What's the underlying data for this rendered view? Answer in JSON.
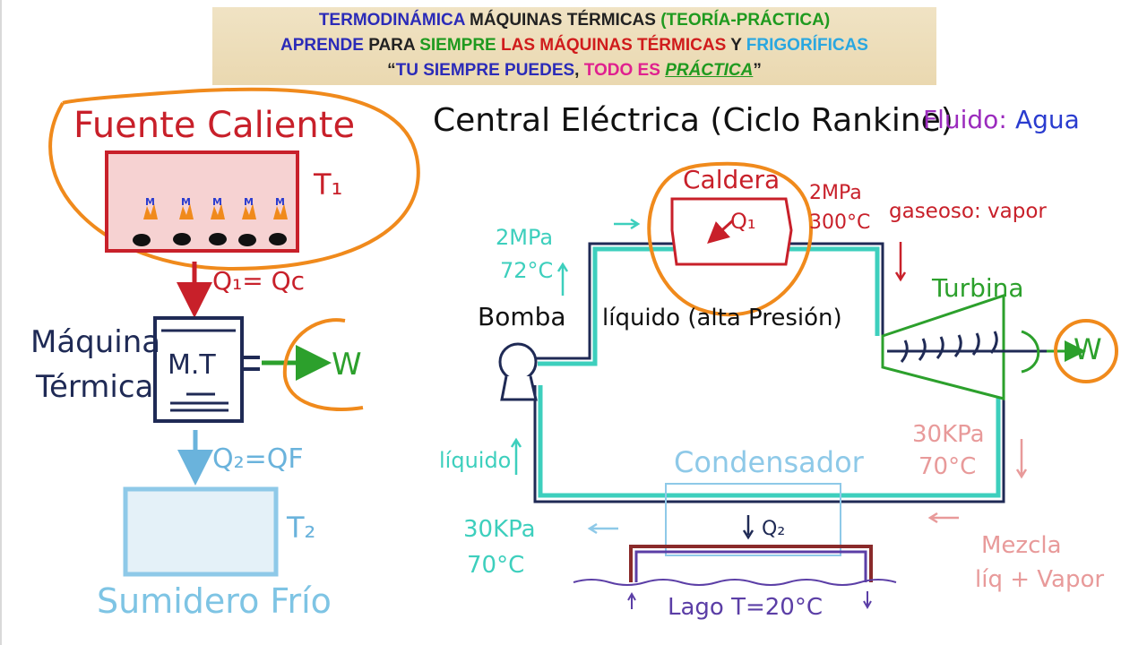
{
  "banner": {
    "line1": [
      {
        "text": "TERMODINÁMICA ",
        "color": "#2b2bb8"
      },
      {
        "text": "MÁQUINAS TÉRMICAS ",
        "color": "#222222"
      },
      {
        "text": "(TEORÍA-PRÁCTICA)",
        "color": "#1f9a1f"
      }
    ],
    "line2": [
      {
        "text": "APRENDE ",
        "color": "#2b2bb8"
      },
      {
        "text": "PARA ",
        "color": "#222222"
      },
      {
        "text": "SIEMPRE ",
        "color": "#1f9a1f"
      },
      {
        "text": "LAS MÁQUINAS TÉRMICAS ",
        "color": "#d01c1c"
      },
      {
        "text": "Y ",
        "color": "#222222"
      },
      {
        "text": "FRIGORÍFICAS",
        "color": "#2aa7e0"
      }
    ],
    "line3": [
      {
        "text": "“",
        "color": "#222222"
      },
      {
        "text": "TU SIEMPRE PUEDES",
        "color": "#2b2bb8"
      },
      {
        "text": ", ",
        "color": "#222222"
      },
      {
        "text": "TODO ES ",
        "color": "#e0208f"
      },
      {
        "text": "PRÁCTICA",
        "color": "#1f9a1f",
        "style": "italic-underline"
      },
      {
        "text": "”",
        "color": "#222222"
      }
    ]
  },
  "left": {
    "hot_source": "Fuente Caliente",
    "t1": "T₁",
    "q1": "Q₁= Qc",
    "machine_label_1": "Máquina",
    "machine_label_2": "Térmica",
    "machine_box": "M.T",
    "work": "W",
    "q2": "Q₂=QF",
    "t2": "T₂",
    "cold_sink": "Sumidero Frío"
  },
  "right": {
    "title": "Central Eléctrica (Ciclo Rankine)",
    "fluid_label": "Fluido:",
    "fluid_value": "Agua",
    "boiler": "Caldera",
    "q1": "Q₁",
    "boiler_state_p": "2MPa",
    "boiler_state_t": "300°C",
    "gas_state": "gaseoso: vapor",
    "turbine": "Turbina",
    "work": "W",
    "pump": "Bomba",
    "pump_out_p": "2MPa",
    "pump_out_t": "72°C",
    "liquid_high": "líquido (alta Presión)",
    "liquid": "líquido",
    "condenser": "Condensador",
    "q2": "Q₂",
    "turbine_out_p": "30KPa",
    "turbine_out_t": "70°C",
    "pump_in_p": "30KPa",
    "pump_in_t": "70°C",
    "mixture_1": "Mezcla",
    "mixture_2": "líq + Vapor",
    "lake": "Lago T=20°C"
  },
  "colors": {
    "red": "#c8202a",
    "orange": "#f08a1c",
    "navy": "#1f2a55",
    "green": "#2ca02c",
    "light_blue": "#7ec4e4",
    "teal": "#3dcfbd",
    "pink": "#e89a9a",
    "purple": "#9b2bbd",
    "blue": "#2a3ccf",
    "violet": "#5b3ea6"
  }
}
